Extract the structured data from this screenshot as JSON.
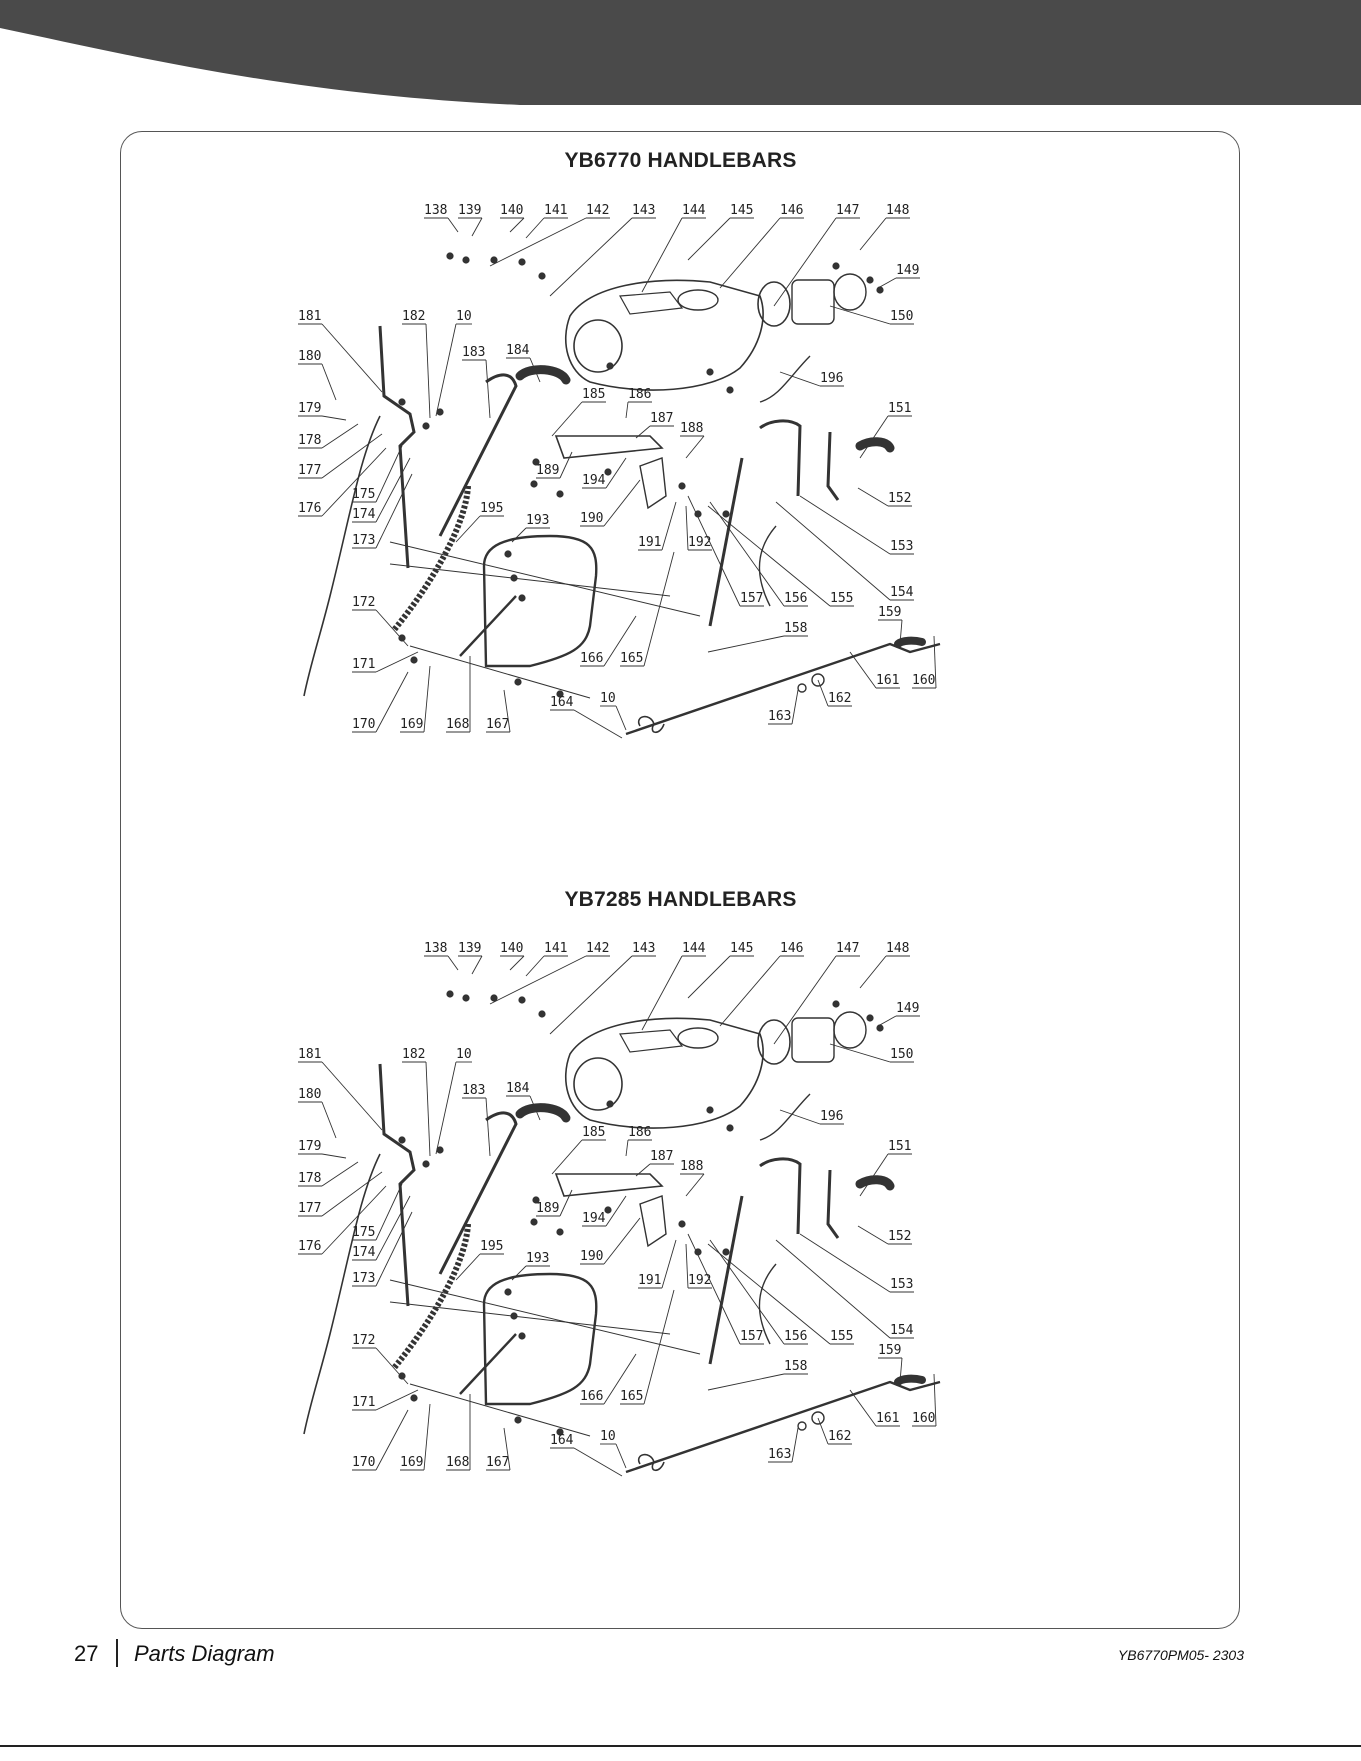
{
  "colors": {
    "header_band": "#4a4a4a",
    "line_art": "#333333",
    "text": "#222222"
  },
  "diagrams": [
    {
      "title": "YB6770 HANDLEBARS",
      "callouts": [
        "138",
        "139",
        "140",
        "141",
        "142",
        "143",
        "144",
        "145",
        "146",
        "147",
        "148",
        "149",
        "150",
        "181",
        "182",
        "10",
        "183",
        "184",
        "180",
        "179",
        "178",
        "177",
        "176",
        "175",
        "174",
        "173",
        "185",
        "186",
        "187",
        "188",
        "189",
        "194",
        "196",
        "151",
        "152",
        "153",
        "154",
        "155",
        "156",
        "157",
        "190",
        "191",
        "192",
        "195",
        "193",
        "172",
        "171",
        "170",
        "169",
        "168",
        "167",
        "166",
        "165",
        "158",
        "159",
        "160",
        "161",
        "162",
        "163",
        "164",
        "10"
      ]
    },
    {
      "title": "YB7285 HANDLEBARS",
      "callouts": [
        "138",
        "139",
        "140",
        "141",
        "142",
        "143",
        "144",
        "145",
        "146",
        "147",
        "148",
        "149",
        "150",
        "181",
        "182",
        "10",
        "183",
        "184",
        "180",
        "179",
        "178",
        "177",
        "176",
        "175",
        "174",
        "173",
        "185",
        "186",
        "187",
        "188",
        "189",
        "194",
        "196",
        "151",
        "152",
        "153",
        "154",
        "155",
        "156",
        "157",
        "190",
        "191",
        "192",
        "195",
        "193",
        "172",
        "171",
        "170",
        "169",
        "168",
        "167",
        "166",
        "165",
        "158",
        "159",
        "160",
        "161",
        "162",
        "163",
        "164",
        "10"
      ]
    }
  ],
  "footer": {
    "page_number": "27",
    "section": "Parts Diagram",
    "doc_code": "YB6770PM05- 2303"
  }
}
